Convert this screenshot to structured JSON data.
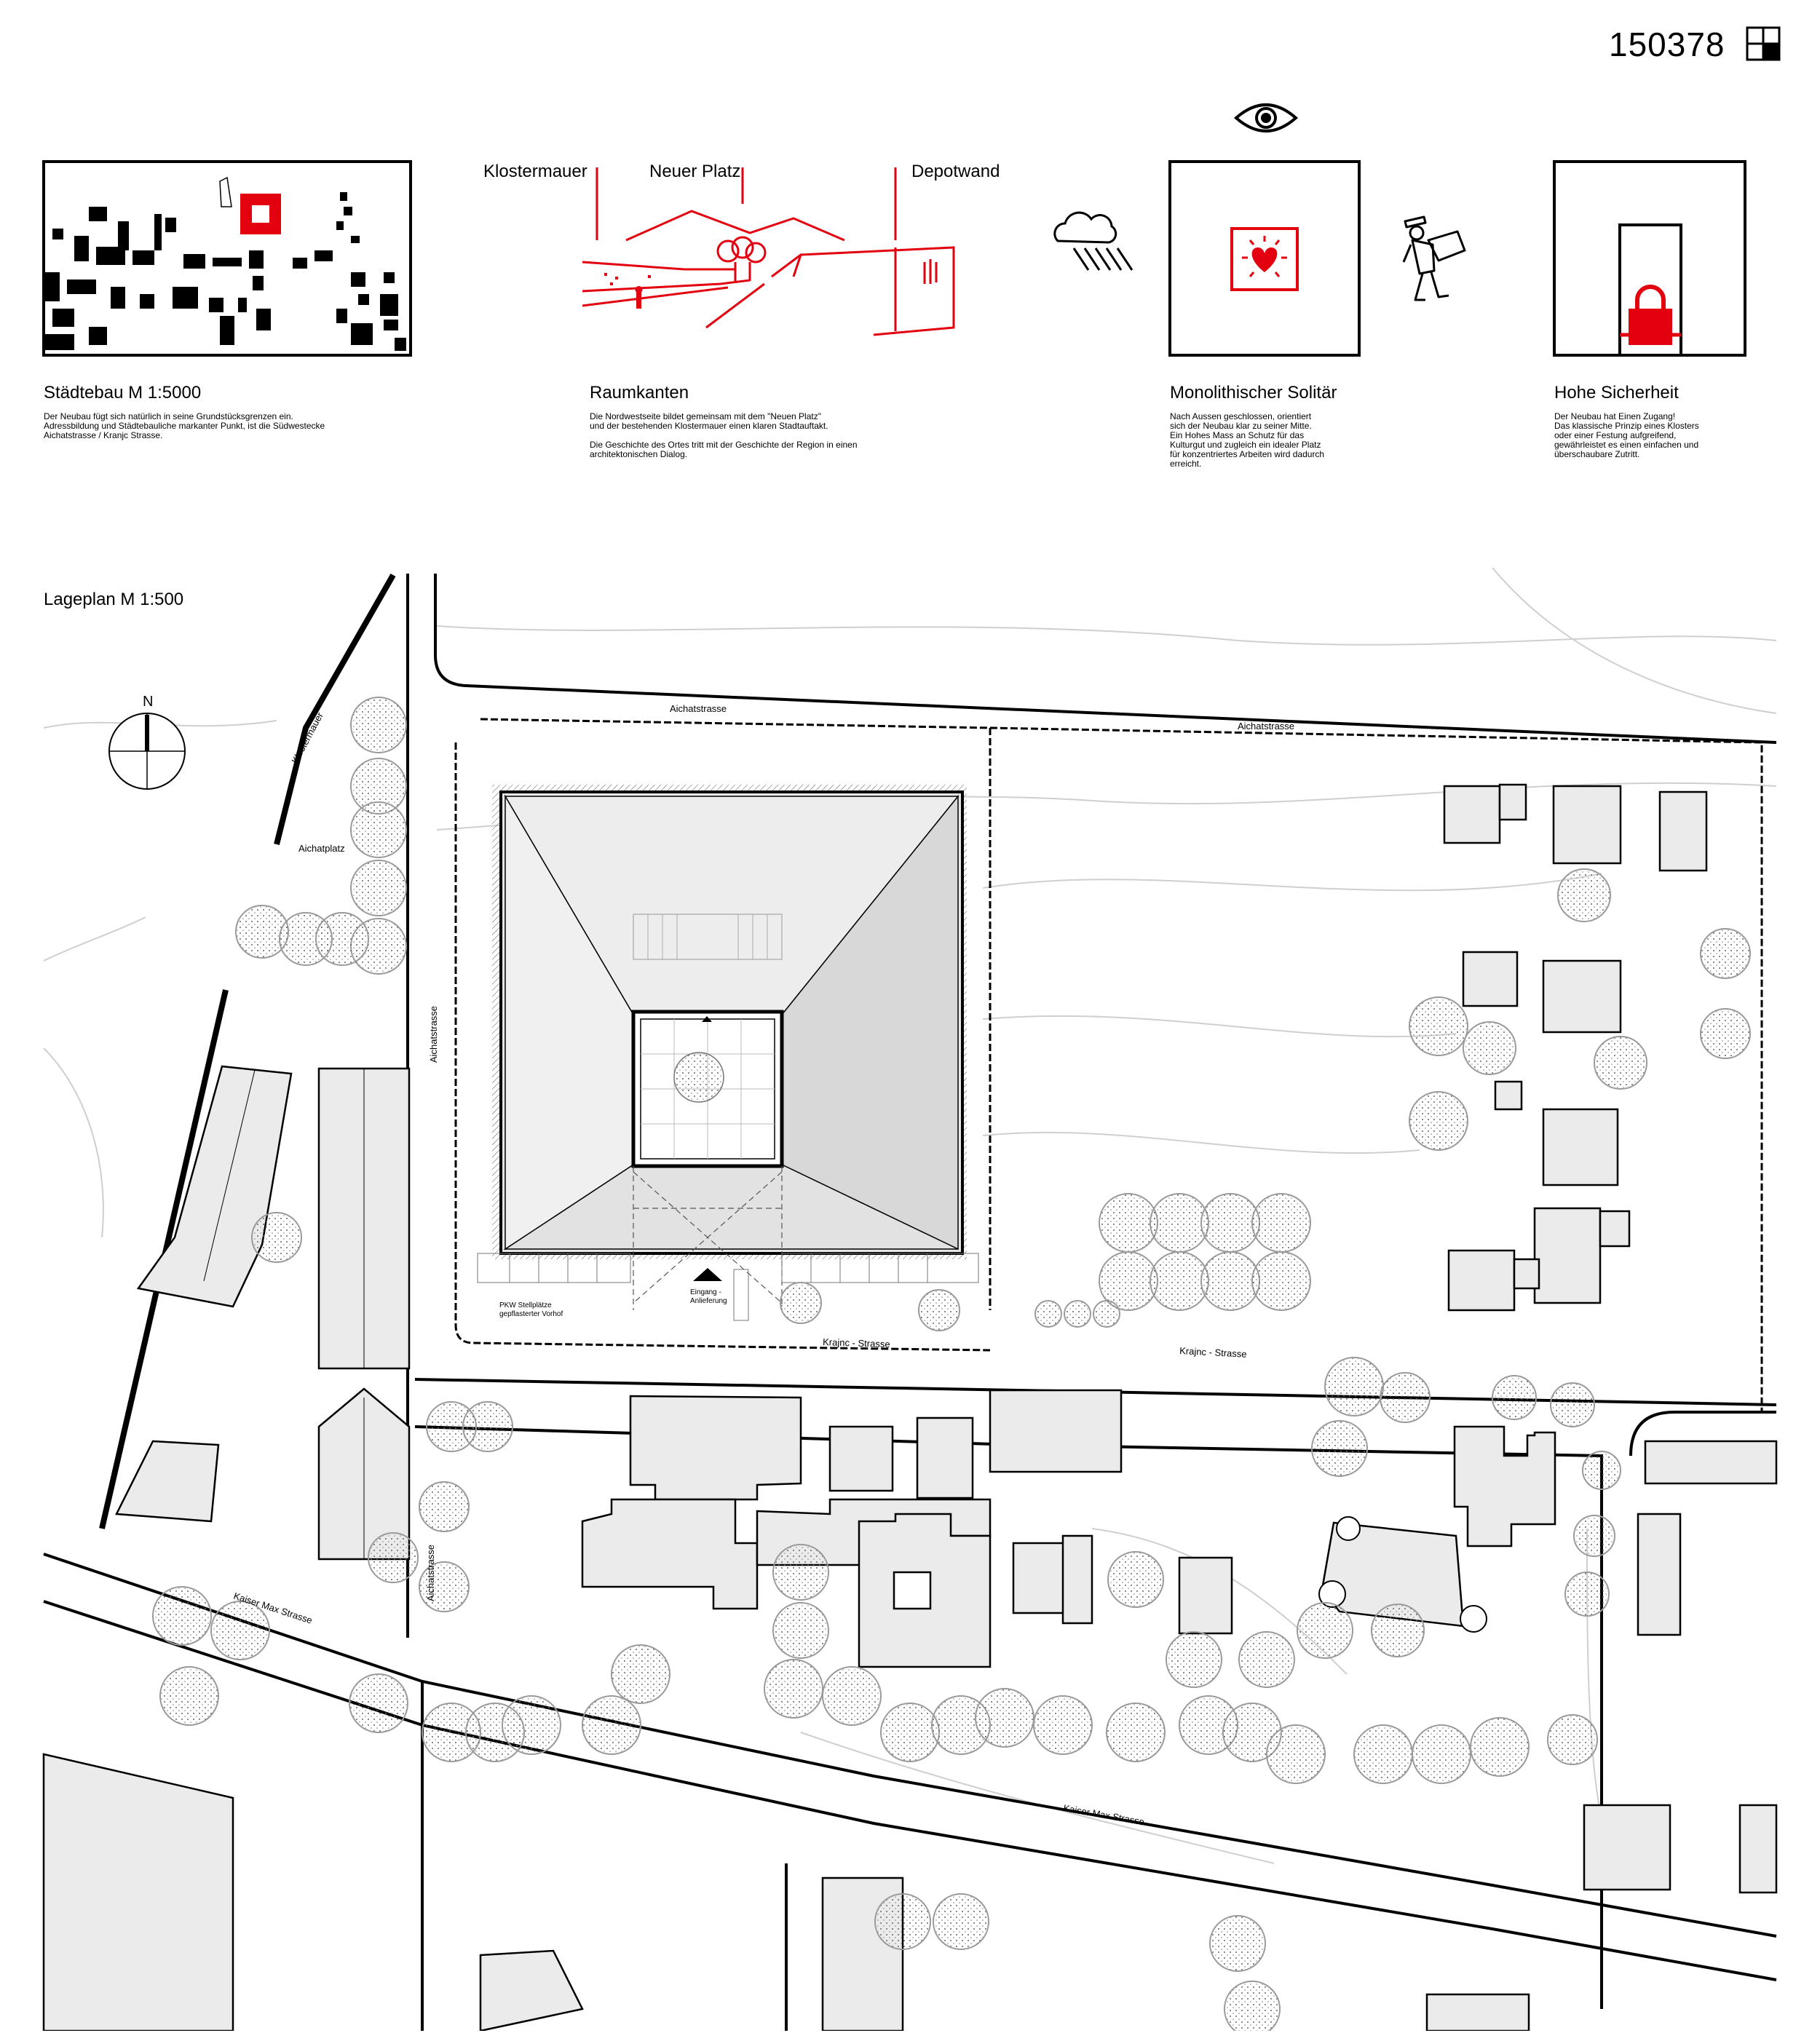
{
  "project_number": "150378",
  "diagrams": {
    "staedtebau": {
      "title": "Städtebau M 1:5000",
      "text": "Der Neubau  fügt sich natürlich in seine Grundstücksgrenzen ein.\nAdressbildung und Städtebauliche markanter Punkt, ist die Südwestecke\nAichatstrasse / Kranjc Strasse."
    },
    "raumkanten": {
      "title": "Raumkanten",
      "labels": [
        "Klostermauer",
        "Neuer Platz",
        "Depotwand"
      ],
      "text": "Die Nordwestseite bildet gemeinsam mit dem \"Neuen Platz\"\nund der bestehenden Klostermauer einen klaren Stadtauftakt.\n\nDie Geschichte des Ortes tritt mit der Geschichte der Region in einen\narchitektonischen Dialog."
    },
    "solitaer": {
      "title": "Monolithischer Solitär",
      "text": "Nach Aussen geschlossen, orientiert\nsich der Neubau klar zu seiner Mitte.\nEin Hohes Mass an Schutz für das\nKulturgut und zugleich ein idealer Platz\nfür konzentriertes Arbeiten wird dadurch\nerreicht."
    },
    "sicherheit": {
      "title": "Hohe Sicherheit",
      "text": "Der Neubau hat Einen Zugang!\nDas klassische Prinzip eines Klosters\noder einer Festung aufgreifend,\ngewährleistet es einen einfachen und\nüberschaubare Zutritt."
    }
  },
  "icons": [
    "eye-icon",
    "cloud-rain-icon",
    "heart-sun-icon",
    "person-carrying-icon",
    "padlock-icon",
    "quadrant-logo-icon"
  ],
  "colors": {
    "accent": "#e3000f",
    "ink": "#000000",
    "building_fill": "#ebebeb",
    "roof_fill": "#dcdcdc"
  },
  "site_plan": {
    "title": "Lageplan M 1:500",
    "north": "N",
    "streets": {
      "aichatstrasse": "Aichatstrasse",
      "kranjc": "Krajnc - Strasse",
      "kaiser_max": "Kaiser Max Strasse"
    },
    "places": {
      "klostermauer": "Klostermauer",
      "aichatplatz": "Aichatplatz"
    },
    "annotations": {
      "entrance": "Eingang -\nAnlieferung",
      "parking": "PKW Stellplätze\ngepflasterter Vorhof"
    }
  }
}
